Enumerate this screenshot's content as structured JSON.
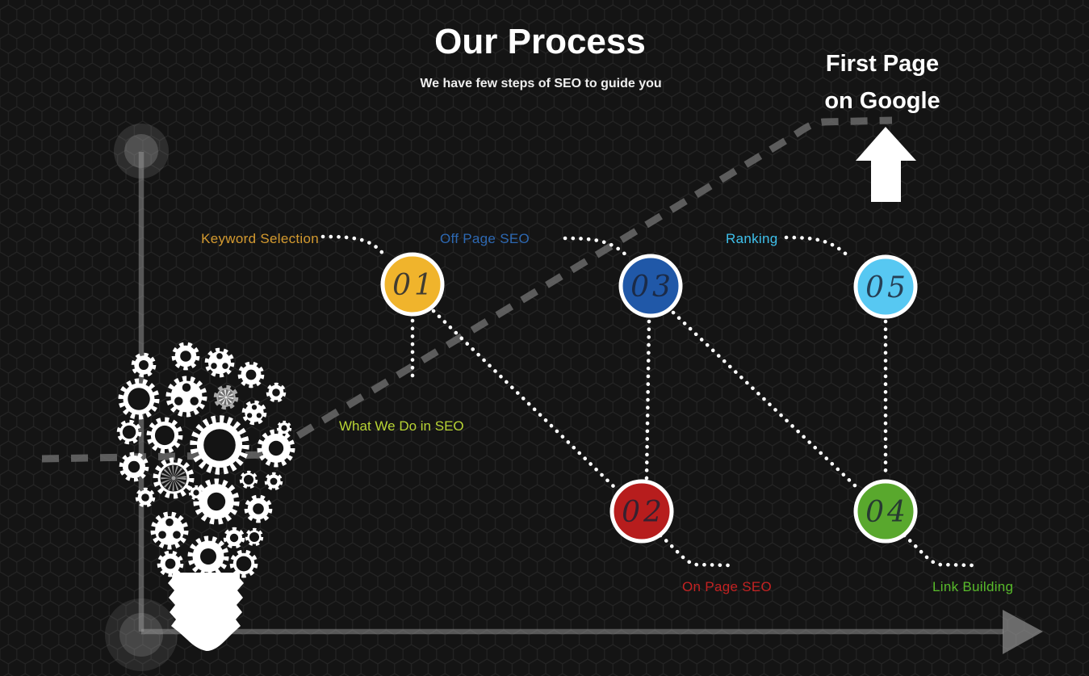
{
  "header": {
    "title": "Our Process",
    "subtitle": "We have few steps of SEO to guide you"
  },
  "goal": {
    "line1": "First Page",
    "line2": "on Google"
  },
  "bulb": {
    "label": "What We Do in SEO",
    "label_color": "#b8d435"
  },
  "steps": [
    {
      "number": "01",
      "label": "Keyword Selection",
      "circle_color": "#f0b42c",
      "label_color": "#d49a2f"
    },
    {
      "number": "02",
      "label": "On Page SEO",
      "circle_color": "#b71d1d",
      "label_color": "#c32222"
    },
    {
      "number": "03",
      "label": "Off Page SEO",
      "circle_color": "#2058a8",
      "label_color": "#2d68b2"
    },
    {
      "number": "04",
      "label": "Link Building",
      "circle_color": "#59a82d",
      "label_color": "#58bb2a"
    },
    {
      "number": "05",
      "label": "Ranking",
      "circle_color": "#57c8f2",
      "label_color": "#3ec1ec"
    }
  ],
  "colors": {
    "background": "#141414",
    "hex_line": "#242424",
    "gear": "#ffffff",
    "dashed_line": "#6e6e6e",
    "dotted_line": "#ffffff",
    "axis": "#9a9a9a",
    "arrow": "#ffffff",
    "number": "#1b2233"
  }
}
